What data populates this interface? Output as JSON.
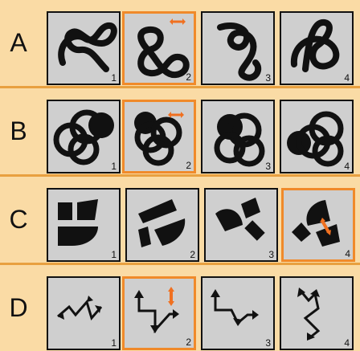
{
  "rows": [
    {
      "label": "A",
      "cells": [
        {
          "number": "1",
          "icon": "knot-loop-icon",
          "highlighted": false
        },
        {
          "number": "2",
          "icon": "figure-eight-icon",
          "highlighted": true,
          "marker": "horizontal-arrow"
        },
        {
          "number": "3",
          "icon": "twisted-loop-icon",
          "highlighted": false
        },
        {
          "number": "4",
          "icon": "curled-loop-icon",
          "highlighted": false
        }
      ]
    },
    {
      "label": "B",
      "cells": [
        {
          "number": "1",
          "icon": "interlocked-rings-icon",
          "highlighted": false
        },
        {
          "number": "2",
          "icon": "interlocked-rings-icon",
          "highlighted": true,
          "marker": "horizontal-arrow"
        },
        {
          "number": "3",
          "icon": "interlocked-rings-icon",
          "highlighted": false
        },
        {
          "number": "4",
          "icon": "interlocked-rings-icon",
          "highlighted": false
        }
      ]
    },
    {
      "label": "C",
      "cells": [
        {
          "number": "1",
          "icon": "block-shapes-icon",
          "highlighted": false
        },
        {
          "number": "2",
          "icon": "block-shapes-icon",
          "highlighted": false
        },
        {
          "number": "3",
          "icon": "block-shapes-icon",
          "highlighted": false
        },
        {
          "number": "4",
          "icon": "block-shapes-icon",
          "highlighted": true,
          "marker": "diagonal-arrow"
        }
      ]
    },
    {
      "label": "D",
      "cells": [
        {
          "number": "1",
          "icon": "zigzag-arrows-icon",
          "highlighted": false
        },
        {
          "number": "2",
          "icon": "zigzag-arrows-icon",
          "highlighted": true,
          "marker": "vertical-arrow"
        },
        {
          "number": "3",
          "icon": "zigzag-arrows-icon",
          "highlighted": false
        },
        {
          "number": "4",
          "icon": "zigzag-arrows-icon",
          "highlighted": false
        }
      ]
    }
  ],
  "colors": {
    "background": "#f7d39a",
    "cell": "#cfcfcf",
    "highlight": "#f08a2a",
    "ink": "#111111",
    "marker": "#f07020"
  }
}
